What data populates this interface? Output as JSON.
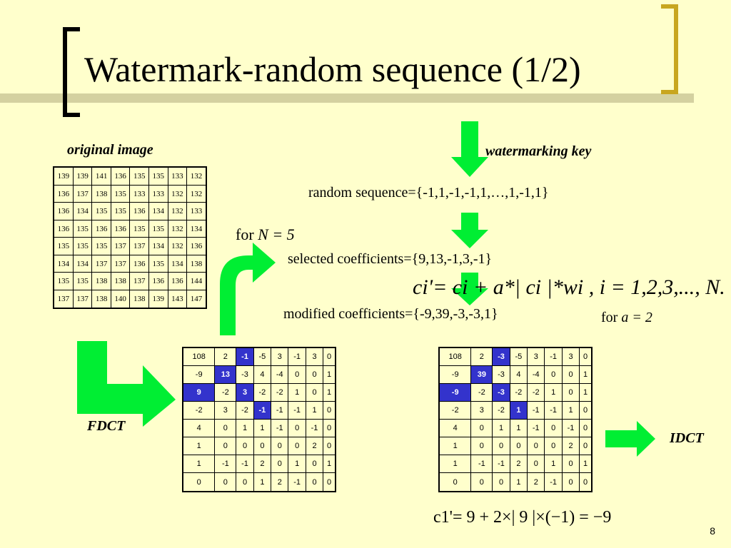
{
  "title": "Watermark-random sequence (1/2)",
  "labels": {
    "original_image": "original image",
    "watermarking_key": "watermarking key",
    "fdct": "FDCT",
    "idct": "IDCT",
    "for_word": "for",
    "n_eq": "N = 5",
    "a_eq": "a = 2"
  },
  "text": {
    "random_sequence": "random sequence={-1,1,-1,-1,1,…,1,-1,1}",
    "selected_coefficients": "selected coefficients={9,13,-1,3,-1}",
    "modified_coefficients": "modified coefficients={-9,39,-3,-3,1}",
    "formula_main": "ci'= ci + a*| ci |*wi , i = 1,2,3,..., N.",
    "formula_example": "c1'= 9 + 2×| 9 |×(−1) = −9"
  },
  "colors": {
    "background": "#ffffcc",
    "arrow": "#00ee33",
    "highlight": "#3333cc",
    "title_line": "#d4d1a0",
    "right_bracket": "#c8a620"
  },
  "page_number": "8",
  "original_table": [
    [
      "139",
      "139",
      "141",
      "136",
      "135",
      "135",
      "133",
      "132"
    ],
    [
      "136",
      "137",
      "138",
      "135",
      "133",
      "133",
      "132",
      "132"
    ],
    [
      "136",
      "134",
      "135",
      "135",
      "136",
      "134",
      "132",
      "133"
    ],
    [
      "136",
      "135",
      "136",
      "136",
      "135",
      "135",
      "132",
      "134"
    ],
    [
      "135",
      "135",
      "135",
      "137",
      "137",
      "134",
      "132",
      "136"
    ],
    [
      "134",
      "134",
      "137",
      "137",
      "136",
      "135",
      "134",
      "138"
    ],
    [
      "135",
      "135",
      "138",
      "138",
      "137",
      "136",
      "136",
      "144"
    ],
    [
      "137",
      "137",
      "138",
      "140",
      "138",
      "139",
      "143",
      "147"
    ]
  ],
  "dct_table": [
    [
      "108",
      "2",
      "-1",
      "-5",
      "3",
      "-1",
      "3",
      "0"
    ],
    [
      "-9",
      "13",
      "-3",
      "4",
      "-4",
      "0",
      "0",
      "1"
    ],
    [
      "9",
      "-2",
      "3",
      "-2",
      "-2",
      "1",
      "0",
      "1"
    ],
    [
      "-2",
      "3",
      "-2",
      "-1",
      "-1",
      "-1",
      "1",
      "0"
    ],
    [
      "4",
      "0",
      "1",
      "1",
      "-1",
      "0",
      "-1",
      "0"
    ],
    [
      "1",
      "0",
      "0",
      "0",
      "0",
      "0",
      "2",
      "0"
    ],
    [
      "1",
      "-1",
      "-1",
      "2",
      "0",
      "1",
      "0",
      "1"
    ],
    [
      "0",
      "0",
      "0",
      "1",
      "2",
      "-1",
      "0",
      "0"
    ]
  ],
  "modified_table": [
    [
      "108",
      "2",
      "-3",
      "-5",
      "3",
      "-1",
      "3",
      "0"
    ],
    [
      "-9",
      "39",
      "-3",
      "4",
      "-4",
      "0",
      "0",
      "1"
    ],
    [
      "-9",
      "-2",
      "-3",
      "-2",
      "-2",
      "1",
      "0",
      "1"
    ],
    [
      "-2",
      "3",
      "-2",
      "1",
      "-1",
      "-1",
      "1",
      "0"
    ],
    [
      "4",
      "0",
      "1",
      "1",
      "-1",
      "0",
      "-1",
      "0"
    ],
    [
      "1",
      "0",
      "0",
      "0",
      "0",
      "0",
      "2",
      "0"
    ],
    [
      "1",
      "-1",
      "-1",
      "2",
      "0",
      "1",
      "0",
      "1"
    ],
    [
      "0",
      "0",
      "0",
      "1",
      "2",
      "-1",
      "0",
      "0"
    ]
  ]
}
